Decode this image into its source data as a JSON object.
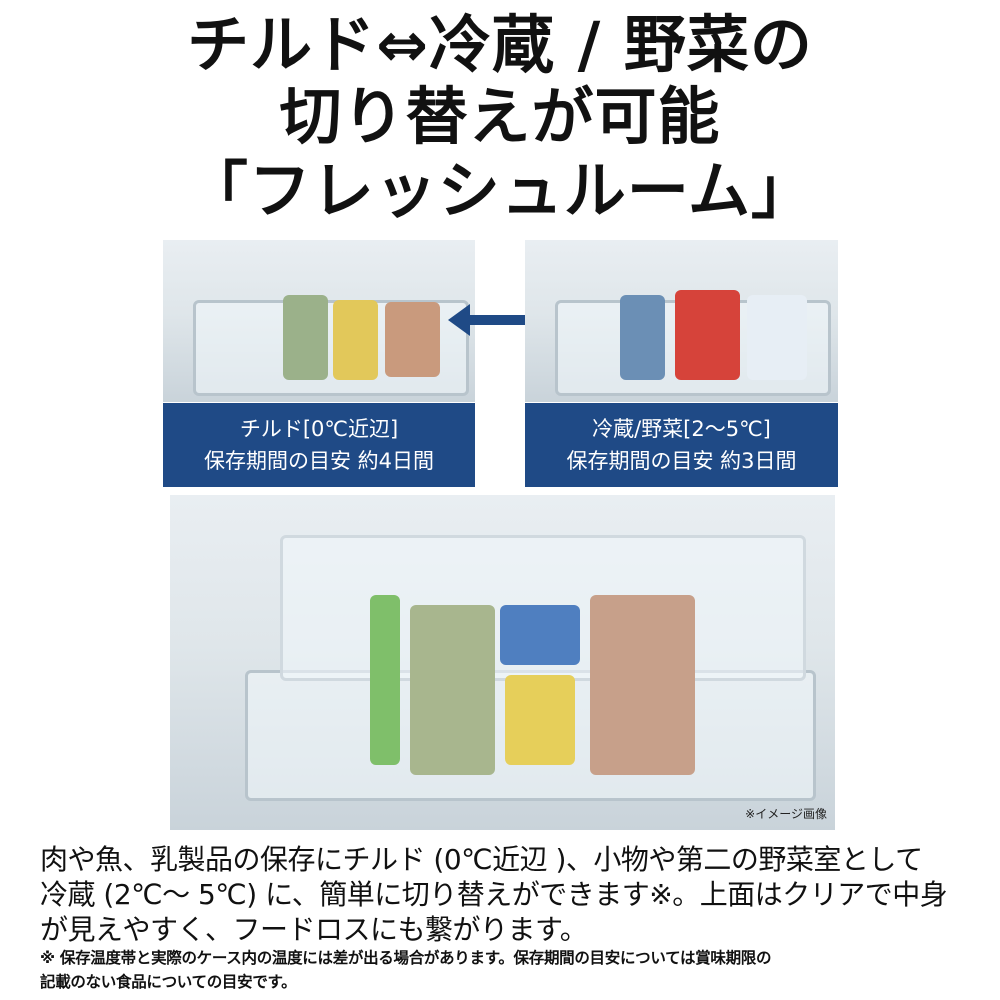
{
  "title": {
    "line1": "チルド⇔冷蔵 / 野菜の",
    "line2": "切り替えが可能",
    "line3": "「フレッシュルーム」"
  },
  "modes": [
    {
      "line1": "チルド[0℃近辺]",
      "line2": "保存期間の目安 約4日間"
    },
    {
      "line1": "冷蔵/野菜[2～5℃]",
      "line2": "保存期間の目安 約3日間"
    }
  ],
  "image_caption": "※イメージ画像",
  "description": {
    "line1": "肉や魚、乳製品の保存にチルド (0℃近辺 )、小物や第二の野菜室として",
    "line2": "冷蔵 (2℃～ 5℃) に、簡単に切り替えができます※。上面はクリアで中身",
    "line3": "が見えやすく、フードロスにも繋がります。"
  },
  "footnote": {
    "line1": "※ 保存温度帯と実際のケース内の温度には差が出る場合があります。保存期間の目安については賞味期限の",
    "line2": "記載のない食品についての目安です。"
  },
  "colors": {
    "label_bg": "#1f4a86",
    "arrow": "#1f4a86"
  }
}
